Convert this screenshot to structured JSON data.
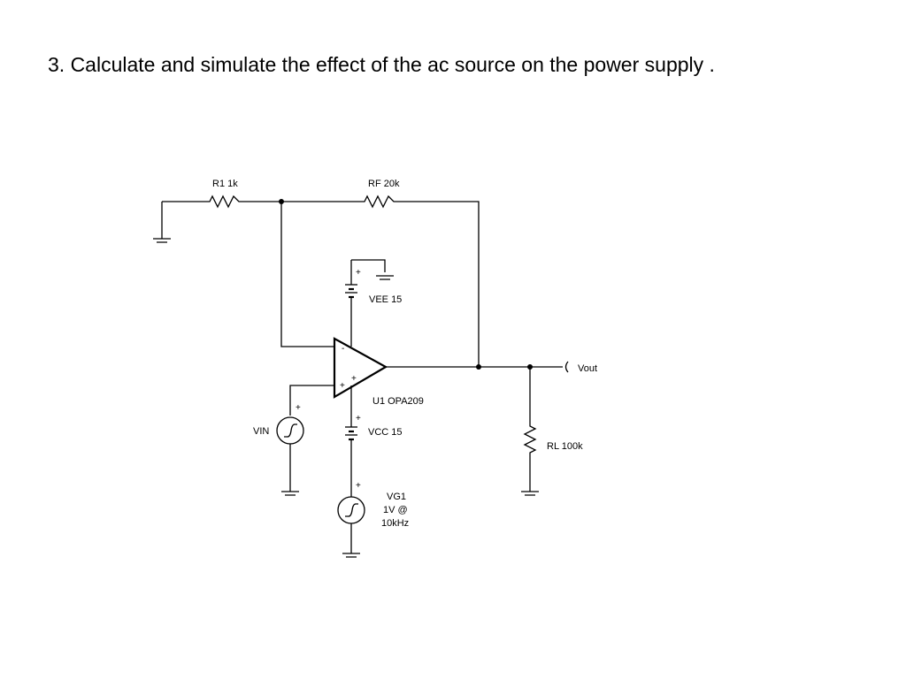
{
  "heading": "3.  Calculate and simulate the effect of the ac source on the power supply .",
  "components": {
    "r1": "R1 1k",
    "rf": "RF 20k",
    "vee": "VEE 15",
    "vcc": "VCC 15",
    "opamp": "U1 OPA209",
    "vin": "VIN",
    "vg1_name": "VG1",
    "vg1_amp": "1V @",
    "vg1_freq": "10kHz",
    "rl": "RL 100k",
    "vout": "Vout"
  },
  "symbols": {
    "plus": "+",
    "minus": "-"
  }
}
